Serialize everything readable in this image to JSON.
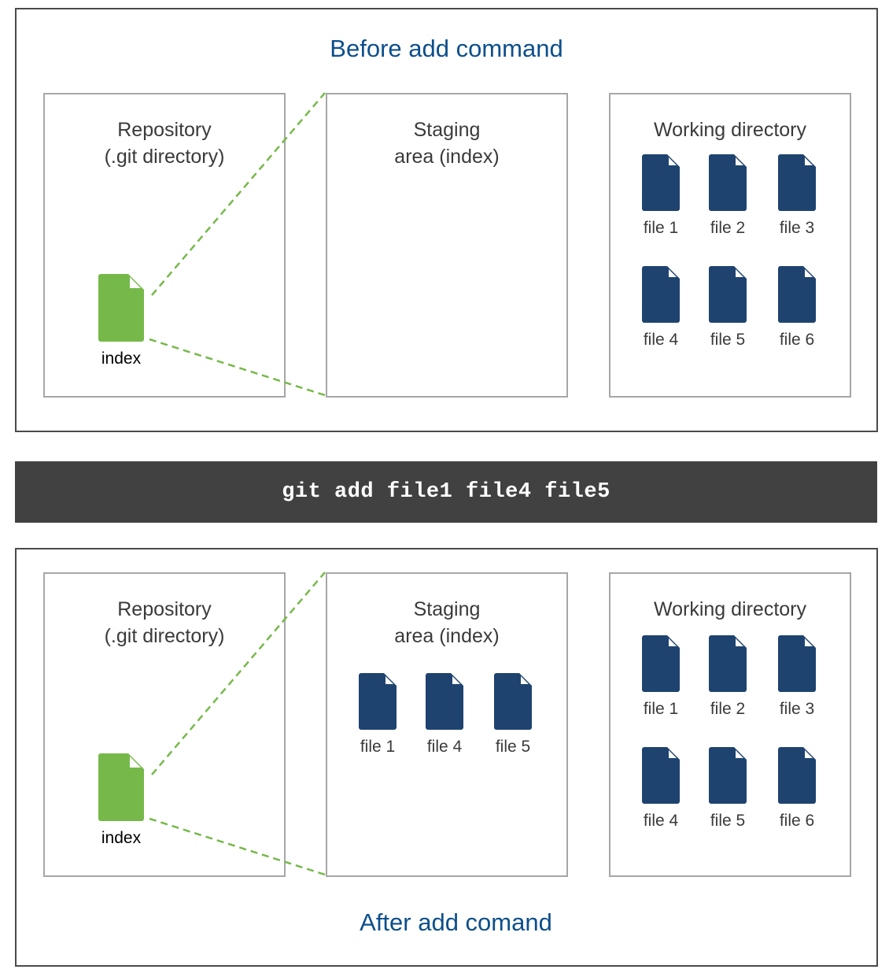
{
  "colors": {
    "file_blue": "#1e436f",
    "index_green": "#76b94a",
    "title_blue": "#0d4f8b",
    "command_bar": "#404140",
    "dashed_line": "#76b94a"
  },
  "icons": {
    "file": "document-icon",
    "index": "document-icon"
  },
  "before": {
    "title": "Before add command",
    "repository": {
      "title": "Repository\n(.git directory)",
      "index_label": "index"
    },
    "staging": {
      "title": "Staging\narea (index)",
      "files": []
    },
    "working": {
      "title": "Working directory",
      "files": [
        "file 1",
        "file 2",
        "file 3",
        "file 4",
        "file 5",
        "file 6"
      ]
    }
  },
  "command": "git add file1 file4 file5",
  "after": {
    "title": "After add comand",
    "repository": {
      "title": "Repository\n(.git directory)",
      "index_label": "index"
    },
    "staging": {
      "title": "Staging\narea (index)",
      "files": [
        "file 1",
        "file 4",
        "file 5"
      ]
    },
    "working": {
      "title": "Working directory",
      "files": [
        "file 1",
        "file 2",
        "file 3",
        "file 4",
        "file 5",
        "file 6"
      ]
    }
  }
}
